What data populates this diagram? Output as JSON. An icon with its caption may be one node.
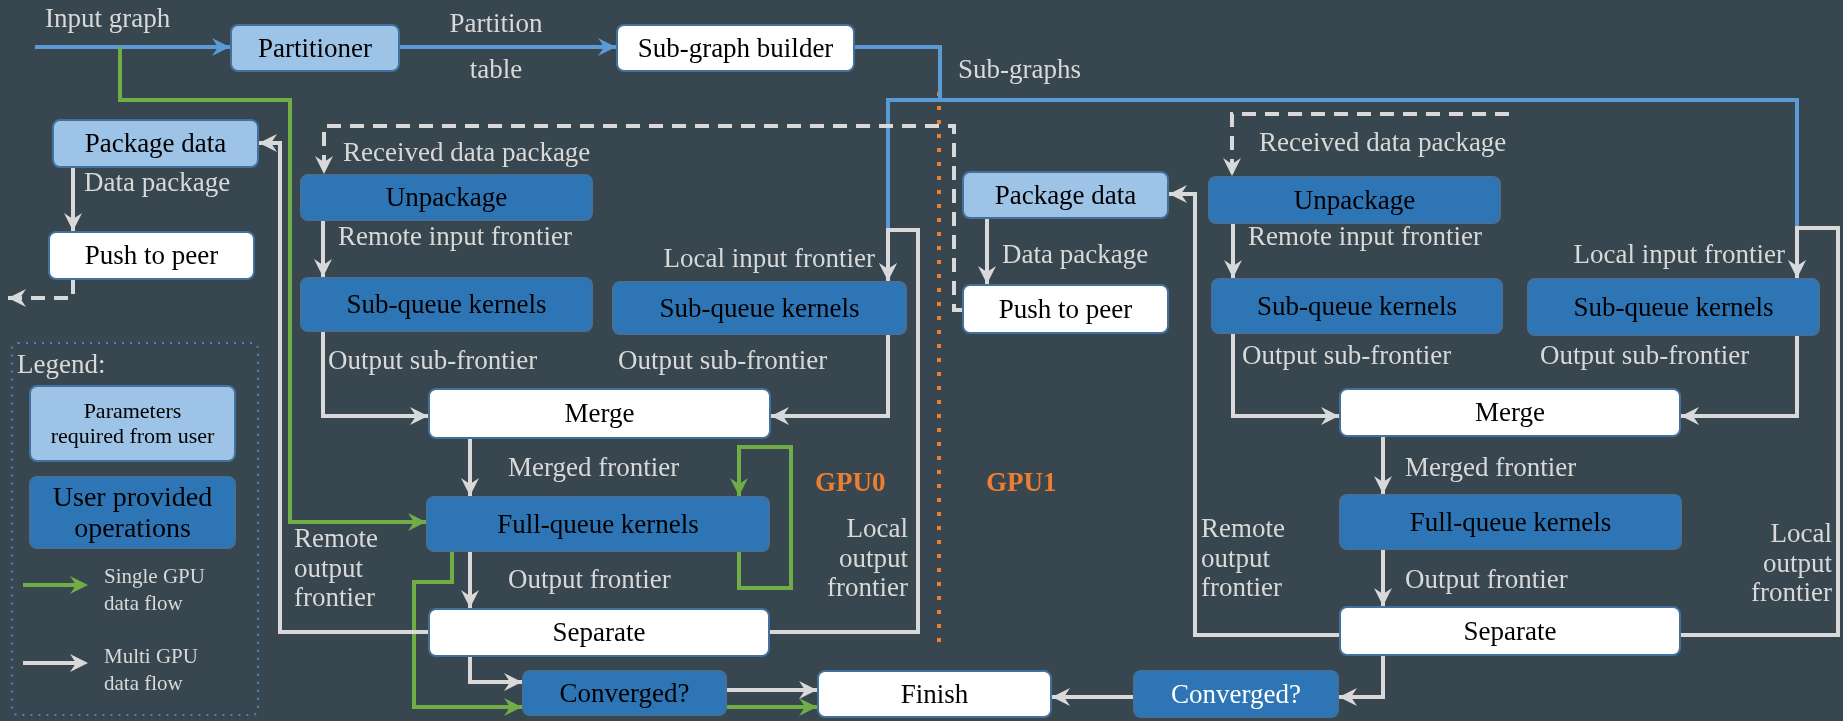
{
  "diagram": {
    "nodes": [
      {
        "text": [
          "Partitioner"
        ]
      },
      {
        "text": [
          "Sub-graph builder"
        ]
      },
      {
        "text": [
          "Package data"
        ]
      },
      {
        "text": [
          "Push to peer"
        ]
      },
      {
        "text": [
          "Unpackage"
        ]
      },
      {
        "text": [
          "Sub-queue kernels"
        ]
      },
      {
        "text": [
          "Sub-queue kernels"
        ]
      },
      {
        "text": [
          "Merge"
        ]
      },
      {
        "text": [
          "Full-queue kernels"
        ]
      },
      {
        "text": [
          "Separate"
        ]
      },
      {
        "text": [
          "Converged?"
        ]
      },
      {
        "text": [
          "Finish"
        ]
      },
      {
        "text": [
          "Package data"
        ]
      },
      {
        "text": [
          "Push to peer"
        ]
      },
      {
        "text": [
          "Unpackage"
        ]
      },
      {
        "text": [
          "Sub-queue kernels"
        ]
      },
      {
        "text": [
          "Sub-queue kernels"
        ]
      },
      {
        "text": [
          "Merge"
        ]
      },
      {
        "text": [
          "Full-queue kernels"
        ]
      },
      {
        "text": [
          "Separate"
        ]
      },
      {
        "text": [
          "Converged?"
        ]
      }
    ],
    "edges": [
      {
        "from": null,
        "to": 0,
        "arrow": "to",
        "label": "Input graph",
        "color": "#5b9bd5"
      },
      {
        "from": 0,
        "to": 1,
        "arrow": "to",
        "label": "Partition table",
        "color": "#5b9bd5"
      },
      {
        "from": 1,
        "to": 6,
        "arrow": "to",
        "label": "Local input frontier",
        "color": "#5b9bd5"
      },
      {
        "from": 1,
        "to": 16,
        "arrow": "to",
        "label": "Local input frontier",
        "color": "#5b9bd5"
      },
      {
        "from": null,
        "to": 8,
        "arrow": "to",
        "color": "#70ad47"
      },
      {
        "from": 8,
        "to": 8,
        "arrow": "to",
        "color": "#70ad47"
      },
      {
        "from": 8,
        "to": 10,
        "arrow": "to",
        "color": "#70ad47"
      },
      {
        "from": 10,
        "to": 11,
        "arrow": "to",
        "color": "#70ad47"
      },
      {
        "from": 10,
        "to": 11,
        "arrow": "to"
      },
      {
        "from": 4,
        "to": 5,
        "arrow": "to",
        "label": "Remote input frontier"
      },
      {
        "from": 13,
        "to": 4,
        "arrow": "to",
        "label": "Received data package",
        "style": "dashed"
      },
      {
        "from": 3,
        "to": null,
        "arrow": "to",
        "style": "dashed"
      },
      {
        "from": null,
        "to": 14,
        "arrow": "to",
        "label": "Received data package",
        "style": "dashed"
      },
      {
        "from": 2,
        "to": 3,
        "arrow": "to",
        "label": "Data package"
      },
      {
        "from": 12,
        "to": 13,
        "arrow": "to",
        "label": "Data package"
      },
      {
        "from": 9,
        "to": 2,
        "arrow": "to",
        "label": "Remote output frontier"
      },
      {
        "from": 9,
        "to": 6,
        "arrow": "to",
        "label": "Local output frontier"
      },
      {
        "from": 5,
        "to": 7,
        "arrow": "to",
        "label": "Output sub-frontier"
      },
      {
        "from": 6,
        "to": 7,
        "arrow": "to",
        "label": "Output sub-frontier"
      },
      {
        "from": 7,
        "to": 8,
        "arrow": "to",
        "label": "Merged frontier"
      },
      {
        "from": 8,
        "to": 9,
        "arrow": "to",
        "label": "Output frontier"
      },
      {
        "from": 9,
        "to": 10,
        "arrow": "to"
      },
      {
        "from": 14,
        "to": 15,
        "arrow": "to",
        "label": "Remote input frontier"
      },
      {
        "from": 19,
        "to": 12,
        "arrow": "to",
        "label": "Remote output frontier"
      },
      {
        "from": 15,
        "to": 17,
        "arrow": "to",
        "label": "Output sub-frontier"
      },
      {
        "from": 16,
        "to": 17,
        "arrow": "to",
        "label": "Output sub-frontier"
      },
      {
        "from": 19,
        "to": 16,
        "arrow": "to",
        "label": "Local output frontier"
      },
      {
        "from": 17,
        "to": 18,
        "arrow": "to",
        "label": "Merged frontier"
      },
      {
        "from": 18,
        "to": 19,
        "arrow": "to",
        "label": "Output frontier"
      },
      {
        "from": 19,
        "to": 20,
        "arrow": "to"
      },
      {
        "from": 20,
        "to": 11,
        "arrow": "to"
      }
    ],
    "labels": [
      "Sub-graphs",
      "Legend:",
      "GPU0",
      "GPU1"
    ],
    "legend": [
      {
        "text": "Parameters required from user",
        "color": "#9dc3e6"
      },
      {
        "text": "User provided operations",
        "color": "#2e75b6"
      },
      {
        "text": "Single GPU data flow"
      },
      {
        "text": "Multi GPU data flow"
      }
    ]
  }
}
